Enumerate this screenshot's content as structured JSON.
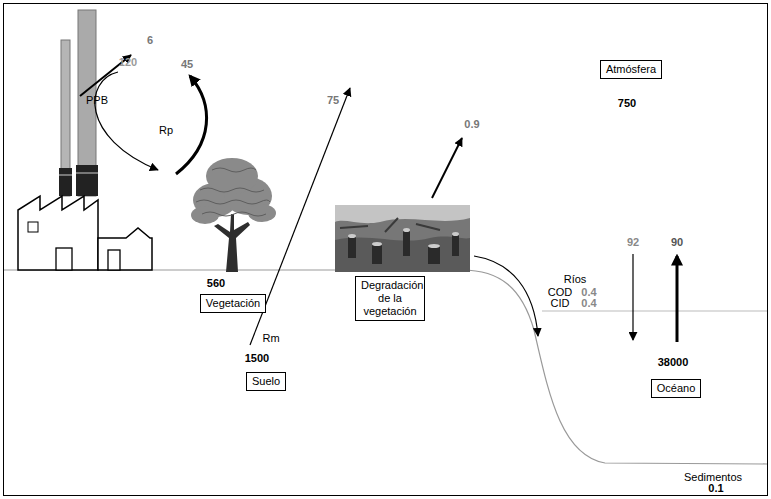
{
  "diagram": {
    "nodes": [
      {
        "text": [
          "Atmósfera"
        ]
      },
      {
        "text": [
          "Vegetación"
        ]
      },
      {
        "text": [
          "Suelo"
        ]
      },
      {
        "text": [
          "Degradación de la vegetación"
        ]
      },
      {
        "text": [
          "Océano"
        ]
      }
    ],
    "labels": [
      "6",
      "120",
      "45",
      "PPB",
      "Rp",
      "75",
      "0.9",
      "750",
      "560",
      "Rm",
      "1500",
      "Ríos",
      "COD",
      "0.4",
      "CID",
      "0.4",
      "92",
      "90",
      "38000",
      "Sedimentos",
      "0.1"
    ]
  }
}
